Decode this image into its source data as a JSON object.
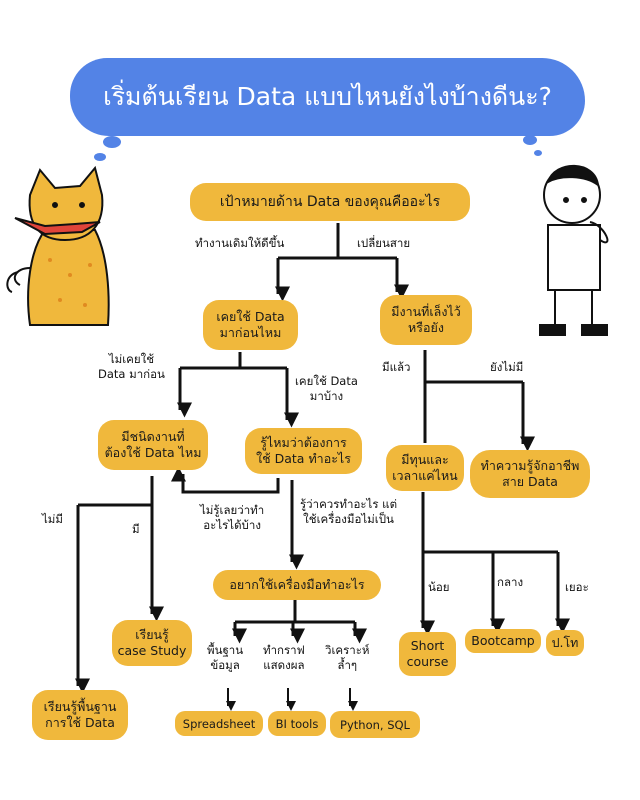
{
  "title": "เริ่มต้นเรียน Data แบบไหนยังไงบ้างดีนะ?",
  "colors": {
    "title_bubble": "#5383e6",
    "box": "#f0b83c",
    "line": "#111111"
  },
  "nodes": {
    "goal": "เป้าหมายด้าน Data ของคุณคืออะไร",
    "used_data": [
      "เคยใช้ Data",
      "มาก่อนไหม"
    ],
    "target_job": [
      "มีงานที่เล็งไว้",
      "หรือยัง"
    ],
    "job_type": [
      "มีชนิดงานที่",
      "ต้องใช้ Data ไหม"
    ],
    "know_purpose": [
      "รู้ไหมว่าต้องการ",
      "ใช้ Data ทำอะไร"
    ],
    "case_study": [
      "เรียนรู้",
      "case Study"
    ],
    "basics": [
      "เรียนรู้พื้นฐาน",
      "การใช้ Data"
    ],
    "which_tool": "อยากใช้เครื่องมือทำอะไร",
    "spreadsheet": "Spreadsheet",
    "bi_tools": "BI tools",
    "python_sql": "Python, SQL",
    "budget_time": [
      "มีทุนและ",
      "เวลาแค่ไหน"
    ],
    "explore_careers": [
      "ทำความรู้จักอาชีพ",
      "สาย Data"
    ],
    "short_course": [
      "Short",
      "course"
    ],
    "bootcamp": "Bootcamp",
    "masters": "ป.โท"
  },
  "edges": {
    "improve_current": "ทำงานเดิมให้ดีขึ้น",
    "change_career": "เปลี่ยนสาย",
    "never_used": [
      "ไม่เคยใช้",
      "Data มาก่อน"
    ],
    "used_some": [
      "เคยใช้ Data",
      "มาบ้าง"
    ],
    "no": "ไม่มี",
    "yes": "มี",
    "no_idea": [
      "ไม่รู้เลยว่าทำ",
      "อะไรได้บ้าง"
    ],
    "know_but_no_tools": [
      "รู้ว่าควรทำอะไร แต่",
      "ใช้เครื่องมือไม่เป็น"
    ],
    "data_basics": [
      "พื้นฐาน",
      "ข้อมูล"
    ],
    "make_charts": [
      "ทำกราฟ",
      "แสดงผล"
    ],
    "advanced_analysis": [
      "วิเคราะห์",
      "ล้ำๆ"
    ],
    "have_already": "มีแล้ว",
    "not_yet": "ยังไม่มี",
    "little": "น้อย",
    "medium": "กลาง",
    "lots": "เยอะ"
  }
}
